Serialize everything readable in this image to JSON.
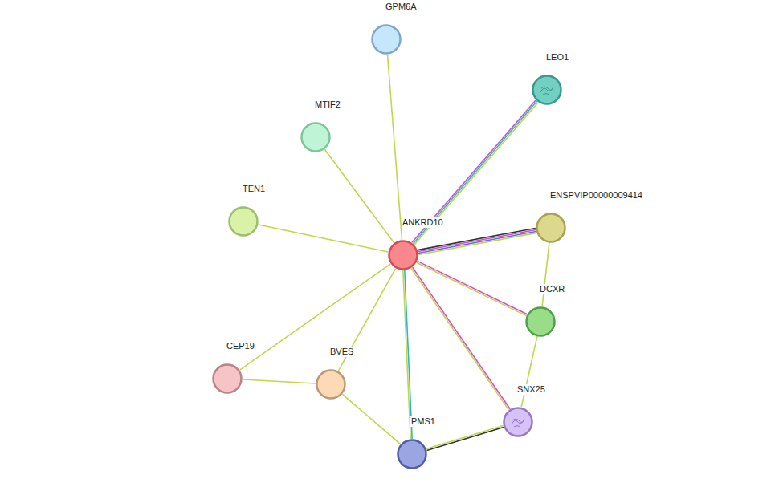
{
  "diagram": {
    "nodes": [
      {
        "text": [
          "GPM6A"
        ]
      },
      {
        "text": [
          "LEO1"
        ]
      },
      {
        "text": [
          "MTIF2"
        ]
      },
      {
        "text": [
          "TEN1"
        ]
      },
      {
        "text": [
          "ENSPVIP00000009414"
        ]
      },
      {
        "text": [
          "ANKRD10"
        ]
      },
      {
        "text": [
          "DCXR"
        ]
      },
      {
        "text": [
          "CEP19"
        ]
      },
      {
        "text": [
          "BVES"
        ]
      },
      {
        "text": [
          "SNX25"
        ]
      },
      {
        "text": [
          "PMS1"
        ]
      }
    ],
    "edges": [
      {
        "from": 5,
        "to": 0,
        "arrow": "none"
      },
      {
        "from": 5,
        "to": 1,
        "arrow": "none"
      },
      {
        "from": 5,
        "to": 2,
        "arrow": "none"
      },
      {
        "from": 5,
        "to": 3,
        "arrow": "none"
      },
      {
        "from": 5,
        "to": 4,
        "arrow": "none"
      },
      {
        "from": 5,
        "to": 6,
        "arrow": "none"
      },
      {
        "from": 5,
        "to": 9,
        "arrow": "none"
      },
      {
        "from": 5,
        "to": 10,
        "arrow": "none"
      },
      {
        "from": 5,
        "to": 8,
        "arrow": "none"
      },
      {
        "from": 5,
        "to": 7,
        "arrow": "none"
      },
      {
        "from": 4,
        "to": 6,
        "arrow": "none"
      },
      {
        "from": 6,
        "to": 9,
        "arrow": "none"
      },
      {
        "from": 9,
        "to": 10,
        "arrow": "none"
      },
      {
        "from": 8,
        "to": 10,
        "arrow": "none"
      },
      {
        "from": 7,
        "to": 8,
        "arrow": "none"
      }
    ]
  }
}
